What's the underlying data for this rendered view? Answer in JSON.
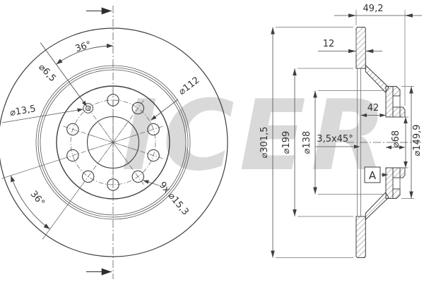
{
  "watermark": {
    "text": "ICER"
  },
  "front_view": {
    "angle_top": "36°",
    "angle_bottom": "36°",
    "pilot_hole_dia": "⌀6,5",
    "pilot_csk_dia": "⌀13,5",
    "bolt_circle_dia": "⌀112",
    "bolt_holes": "9x ⌀15,3"
  },
  "section_view": {
    "overall_width": "49,2",
    "disc_thickness": "12",
    "hat_depth": "42",
    "outer_dia": "⌀301,5",
    "friction_inner_dia": "⌀199",
    "hat_dia": "⌀138",
    "chamfer": "3,5x45°",
    "centre_bore_dia": "⌀68",
    "flange_dia": "⌀149,9",
    "detail_label": "A"
  }
}
